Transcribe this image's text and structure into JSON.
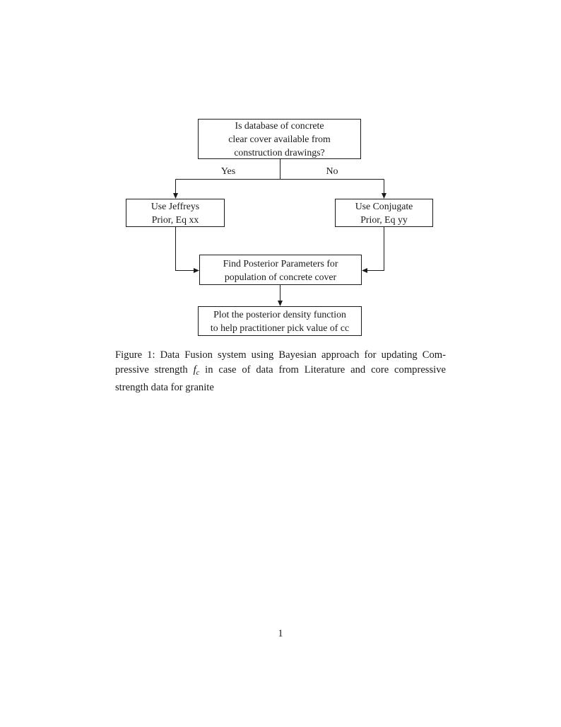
{
  "page": {
    "figure_caption": {
      "line1": "Figure 1: Data Fusion system using Bayesian approach for updating Com-",
      "line2_pre": "pressive strength ",
      "fc_base": "f",
      "fc_sub": "c",
      "line2_post": " in case of data from Literature and core compressive",
      "line3": "strength data for granite"
    },
    "page_number": "1"
  },
  "flowchart": {
    "type": "flowchart",
    "nodes": {
      "question": {
        "lines": [
          "Is database of concrete",
          "clear cover available from",
          "construction drawings?"
        ]
      },
      "jeffreys": {
        "lines": [
          "Use Jeffreys",
          "Prior, Eq xx"
        ]
      },
      "conjugate": {
        "lines": [
          "Use Conjugate",
          "Prior, Eq yy"
        ]
      },
      "posterior": {
        "lines": [
          "Find Posterior Parameters for",
          "population of concrete cover"
        ]
      },
      "plot": {
        "lines": [
          "Plot the posterior density function",
          "to help practitioner pick value of cc"
        ]
      }
    },
    "edge_labels": {
      "yes": "Yes",
      "no": "No"
    },
    "colors": {
      "line": "#1a1a1a",
      "text": "#1a1a1a",
      "background": "#ffffff"
    }
  }
}
